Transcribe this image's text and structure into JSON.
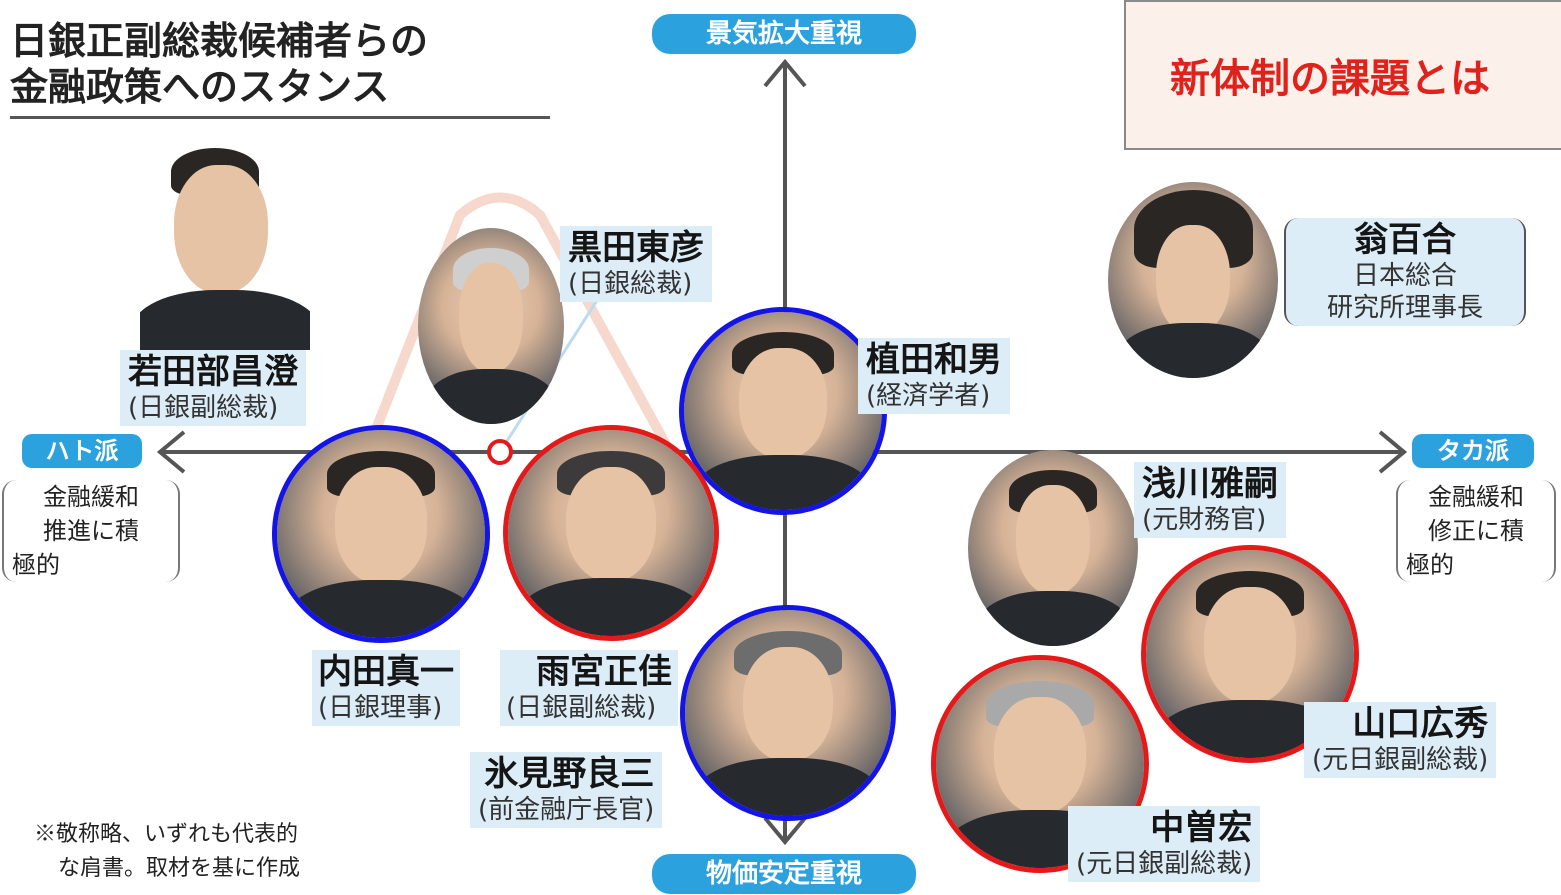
{
  "title": {
    "line1": "日銀正副総裁候補者らの",
    "line2": "金融政策へのスタンス"
  },
  "callout": {
    "text": "新体制の課題とは"
  },
  "axes": {
    "top": "景気拡大重視",
    "bottom": "物価安定重視",
    "left": "ハト派",
    "right": "タカ派",
    "left_note": [
      "金融緩和",
      "推進に積",
      "極的"
    ],
    "right_note": [
      "金融緩和",
      "修正に積",
      "極的"
    ]
  },
  "people": {
    "wakatabe": {
      "name": "若田部昌澄",
      "role": "(日銀副総裁)"
    },
    "kuroda": {
      "name": "黒田東彦",
      "role": "(日銀総裁)"
    },
    "ueda": {
      "name": "植田和男",
      "role": "(経済学者)"
    },
    "okina": {
      "name": "翁百合",
      "role1": "日本総合",
      "role2": "研究所理事長"
    },
    "uchida": {
      "name": "内田真一",
      "role": "(日銀理事)"
    },
    "amamiya": {
      "name": "雨宮正佳",
      "role": "(日銀副総裁)"
    },
    "asakawa": {
      "name": "浅川雅嗣",
      "role": "(元財務官)"
    },
    "himino": {
      "name": "氷見野良三",
      "role": "(前金融庁長官)"
    },
    "yamaguchi": {
      "name": "山口広秀",
      "role": "(元日銀副総裁)"
    },
    "nakaso": {
      "name": "中曽宏",
      "role": "(元日銀副総裁)"
    }
  },
  "footnote": {
    "line1": "※敬称略、いずれも代表的",
    "line2": "な肩書。取材を基に作成"
  },
  "colors": {
    "axis_pill": "#2ba1de",
    "highlight_blue": "#1414e6",
    "highlight_red": "#e41a1a",
    "callout_text": "#e0221d"
  }
}
